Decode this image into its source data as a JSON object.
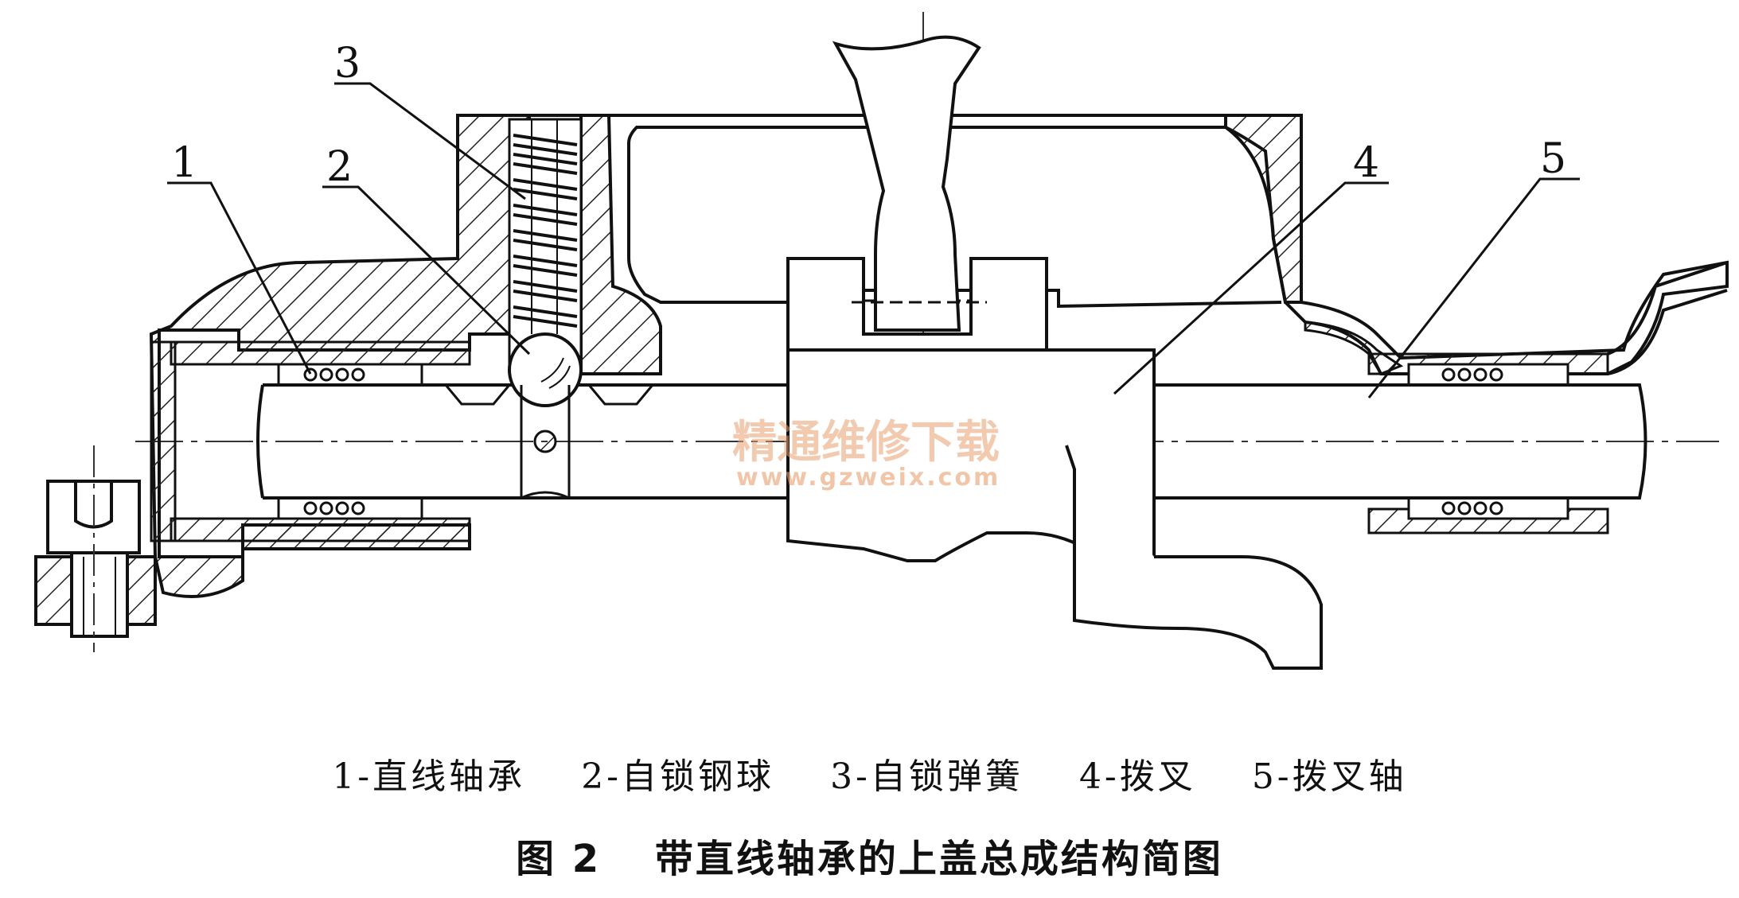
{
  "figure": {
    "callouts": [
      {
        "id": "1",
        "text": "1"
      },
      {
        "id": "2",
        "text": "2"
      },
      {
        "id": "3",
        "text": "3"
      },
      {
        "id": "4",
        "text": "4"
      },
      {
        "id": "5",
        "text": "5"
      }
    ],
    "watermark": {
      "line1": "精通维修下载",
      "line2": "www.gzweix.com"
    }
  },
  "legend": [
    {
      "text": "1-直线轴承"
    },
    {
      "text": "2-自锁钢球"
    },
    {
      "text": "3-自锁弹簧"
    },
    {
      "text": "4-拨叉"
    },
    {
      "text": "5-拨叉轴"
    }
  ],
  "caption": {
    "figure_number": "图 2",
    "title": "带直线轴承的上盖总成结构简图"
  }
}
